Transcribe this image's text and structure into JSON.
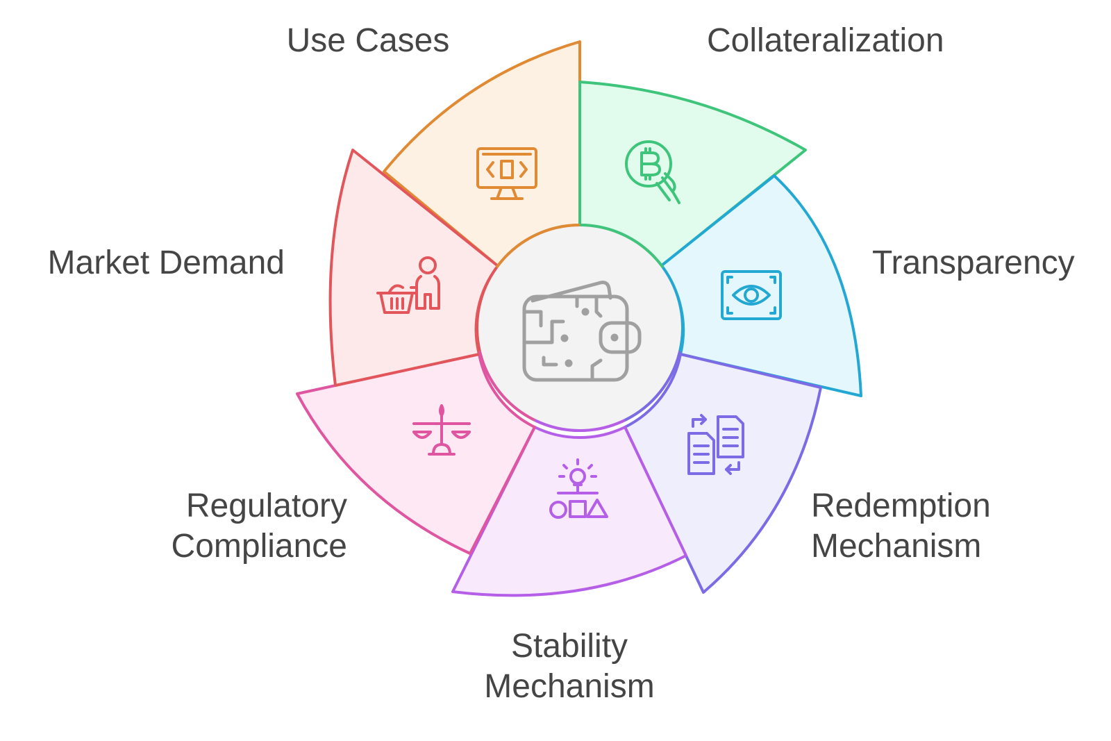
{
  "segments": [
    {
      "key": "use_cases",
      "label": [
        "Use Cases"
      ],
      "color": "#e08a34",
      "fill": "#fdf1e4",
      "icon": "monitor-code-icon"
    },
    {
      "key": "collateralization",
      "label": [
        "Collateralization"
      ],
      "color": "#3fc57b",
      "fill": "#e1fbec",
      "icon": "bitcoin-hand-icon"
    },
    {
      "key": "transparency",
      "label": [
        "Transparency"
      ],
      "color": "#23a8d4",
      "fill": "#e4f7fd",
      "icon": "eye-scan-icon"
    },
    {
      "key": "redemption",
      "label": [
        "Redemption",
        "Mechanism"
      ],
      "color": "#7b6ce6",
      "fill": "#efeefc",
      "icon": "document-exchange-icon"
    },
    {
      "key": "stability",
      "label": [
        "Stability",
        "Mechanism"
      ],
      "color": "#b55ee8",
      "fill": "#f8e9fd",
      "icon": "lightbulb-shapes-icon"
    },
    {
      "key": "regulatory",
      "label": [
        "Regulatory",
        "Compliance"
      ],
      "color": "#e0559f",
      "fill": "#fde8f3",
      "icon": "balance-scale-icon"
    },
    {
      "key": "market_demand",
      "label": [
        "Market Demand"
      ],
      "color": "#e2555a",
      "fill": "#fde9e9",
      "icon": "shopper-basket-icon"
    }
  ],
  "center": {
    "icon": "digital-wallet-icon",
    "color": "#a0a0a0",
    "fill": "#f3f3f3"
  }
}
